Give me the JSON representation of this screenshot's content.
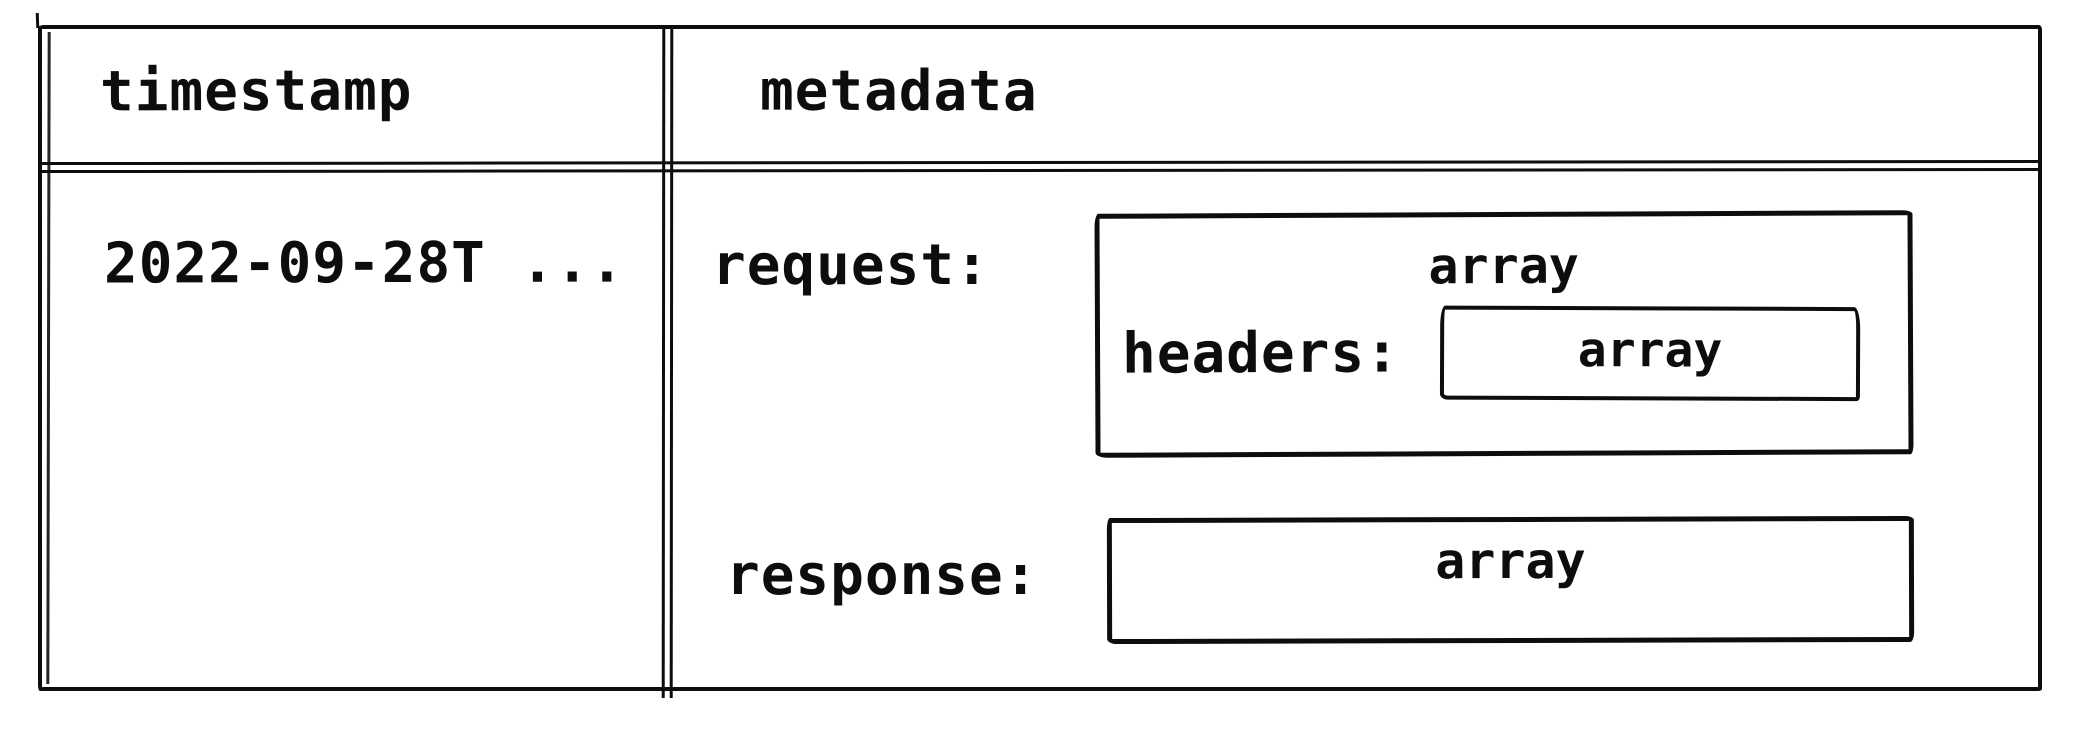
{
  "diagram": {
    "columns": {
      "timestamp": "timestamp",
      "metadata": "metadata"
    },
    "row": {
      "timestamp_value": "2022-09-28T ...",
      "request": {
        "label": "request:",
        "type": "array",
        "headers": {
          "label": "headers:",
          "type": "array"
        }
      },
      "response": {
        "label": "response:",
        "type": "array"
      }
    },
    "colors": {
      "ink": "#0d0d0d",
      "background": "#ffffff"
    }
  }
}
